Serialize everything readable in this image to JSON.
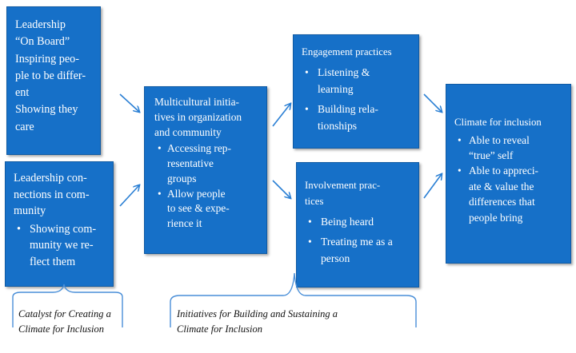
{
  "boxes": {
    "leadership_onboard": {
      "text": "Leadership\n“On Board”\nInspiring peo-\nple to be differ-\nent\nShowing they\ncare"
    },
    "leadership_connections": {
      "title": "Leadership con-\nnections in com-\nmunity",
      "bullets": [
        "Showing com-\nmunity we re-\nflect them"
      ]
    },
    "multicultural": {
      "title": "Multicultural initia-\ntives in organization\nand community",
      "bullets": [
        "Accessing rep-\nresentative\ngroups",
        "Allow people\nto see & expe-\nrience it"
      ]
    },
    "engagement": {
      "title": "Engagement practices",
      "bullets": [
        "Listening &\nlearning",
        "Building rela-\ntionships"
      ]
    },
    "involvement": {
      "title": "Involvement prac-\ntices",
      "bullets": [
        "Being heard",
        "Treating me as a\nperson"
      ]
    },
    "climate": {
      "title": "Climate for inclusion",
      "bullets": [
        "Able to reveal\n“true” self",
        "Able to appreci-\nate & value the\ndifferences that\npeople bring"
      ]
    }
  },
  "captions": {
    "catalyst": "Catalyst for Creating a\nClimate for Inclusion",
    "initiatives": "Initiatives for Building and Sustaining a\nClimate for Inclusion"
  },
  "colors": {
    "box_fill": "#1670c8",
    "arrow": "#2a7fd4",
    "brace": "#4a8fd8"
  }
}
